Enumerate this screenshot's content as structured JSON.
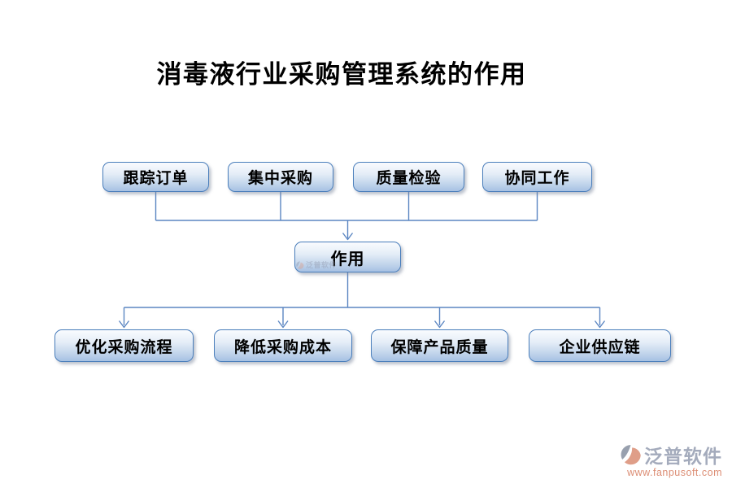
{
  "title": "消毒液行业采购管理系统的作用",
  "diagram": {
    "top_boxes": [
      {
        "label": "跟踪订单"
      },
      {
        "label": "集中采购"
      },
      {
        "label": "质量检验"
      },
      {
        "label": "协同工作"
      }
    ],
    "center_box": {
      "label": "作用"
    },
    "bottom_boxes": [
      {
        "label": "优化采购流程"
      },
      {
        "label": "降低采购成本"
      },
      {
        "label": "保障产品质量"
      },
      {
        "label": "企业供应链"
      }
    ]
  },
  "watermark": {
    "text": "泛普软件"
  },
  "footer_logo": {
    "name": "泛普软件",
    "url": "www.fanpusoft.com"
  },
  "colors": {
    "box_border": "#4a7ebb",
    "box_fill_top": "#f9fbfe",
    "box_fill_bottom": "#a6c1e3",
    "connector_line": "#5b86c2",
    "logo_gray": "#98a0ae",
    "logo_salmon": "#df9e88",
    "logo_url_text": "#dc8d74"
  }
}
